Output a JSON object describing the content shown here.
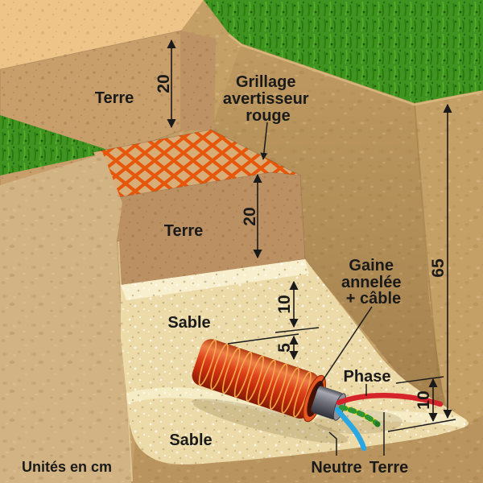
{
  "diagram": {
    "description": "Cutaway trench diagram for buried electrical conduit",
    "labels": {
      "earth_top": "Terre",
      "earth_mid": "Terre",
      "mesh": [
        "Grillage",
        "avertisseur",
        "rouge"
      ],
      "sand_upper": "Sable",
      "sand_lower": "Sable",
      "conduit": [
        "Gaine",
        "annelée",
        "+ câble"
      ],
      "phase": "Phase",
      "neutral": "Neutre",
      "earth_wire": "Terre",
      "units_note": "Unités en cm"
    },
    "dimensions_cm": {
      "earth_top": "20",
      "earth_mid": "20",
      "sand_above_conduit": "10",
      "sand_around_conduit": "5",
      "sand_bed": "10",
      "total_depth": "65"
    },
    "colors": {
      "grass": "#3f9320",
      "soil": "#c49f66",
      "earth_block": "#c89e6b",
      "sand": "#ecdba9",
      "mesh_orange": "#e7570b",
      "conduit_red": "#d23414",
      "cable_gray": "#71717c",
      "phase_red": "#d6242b",
      "neutral_blue": "#2aa7e0",
      "earth_wire_yellow": "#f2d60a",
      "earth_wire_green": "#2f9431",
      "text": "#1a1a1a"
    }
  }
}
